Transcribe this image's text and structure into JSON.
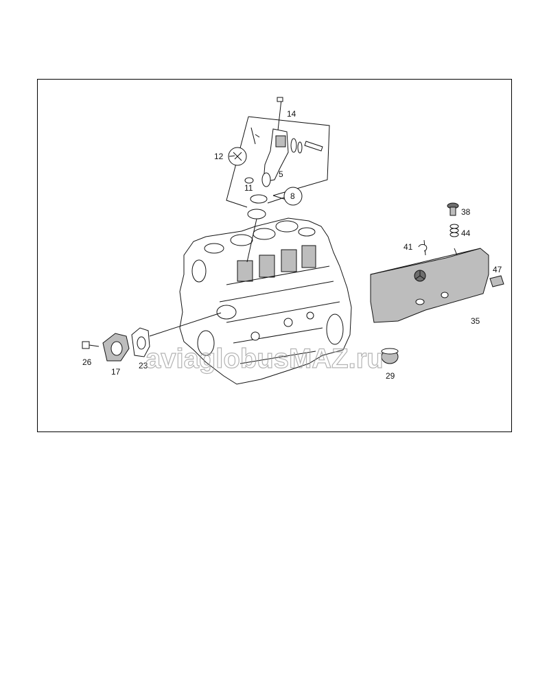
{
  "diagram": {
    "watermark": "aviaglobusMAZ.ru",
    "callouts": [
      {
        "id": "c14",
        "label": "14"
      },
      {
        "id": "c12",
        "label": "12"
      },
      {
        "id": "c5",
        "label": "5"
      },
      {
        "id": "c11",
        "label": "11"
      },
      {
        "id": "c8",
        "label": "8"
      },
      {
        "id": "c38",
        "label": "38"
      },
      {
        "id": "c44",
        "label": "44"
      },
      {
        "id": "c41",
        "label": "41"
      },
      {
        "id": "c47",
        "label": "47"
      },
      {
        "id": "c35",
        "label": "35"
      },
      {
        "id": "c26",
        "label": "26"
      },
      {
        "id": "c17",
        "label": "17"
      },
      {
        "id": "c23",
        "label": "23"
      },
      {
        "id": "c29",
        "label": "29"
      }
    ]
  }
}
